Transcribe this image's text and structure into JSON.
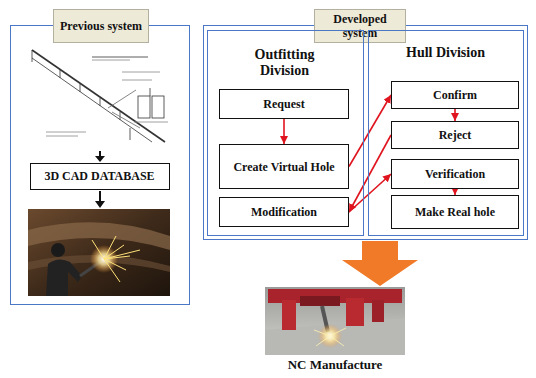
{
  "diagram": {
    "caption": "NC Manufacture",
    "nodes": [
      {
        "text": [
          "Previous system"
        ]
      },
      {
        "text": [
          "3D CAD DATABASE"
        ],
        "in": 0
      },
      {
        "text": [
          "Developed system"
        ]
      },
      {
        "text": [
          "Outfitting Division"
        ],
        "in": 2
      },
      {
        "text": [
          "Request"
        ],
        "in": 3
      },
      {
        "text": [
          "Create Virtual Hole"
        ],
        "in": 3
      },
      {
        "text": [
          "Modification"
        ],
        "in": 3
      },
      {
        "text": [
          "Hull Division"
        ],
        "in": 2
      },
      {
        "text": [
          "Confirm"
        ],
        "in": 7
      },
      {
        "text": [
          "Reject"
        ],
        "in": 7
      },
      {
        "text": [
          "Verification"
        ],
        "in": 7
      },
      {
        "text": [
          "Make Real hole"
        ],
        "in": 7
      }
    ],
    "edges": [
      {
        "from": 4,
        "to": 5,
        "arrow": "to"
      },
      {
        "from": 5,
        "to": 8,
        "arrow": "to"
      },
      {
        "from": 8,
        "to": 9,
        "arrow": "to"
      },
      {
        "from": 9,
        "to": 6,
        "arrow": "to"
      },
      {
        "from": 6,
        "to": 10,
        "arrow": "to"
      },
      {
        "from": 10,
        "to": 11,
        "arrow": "to"
      }
    ]
  }
}
